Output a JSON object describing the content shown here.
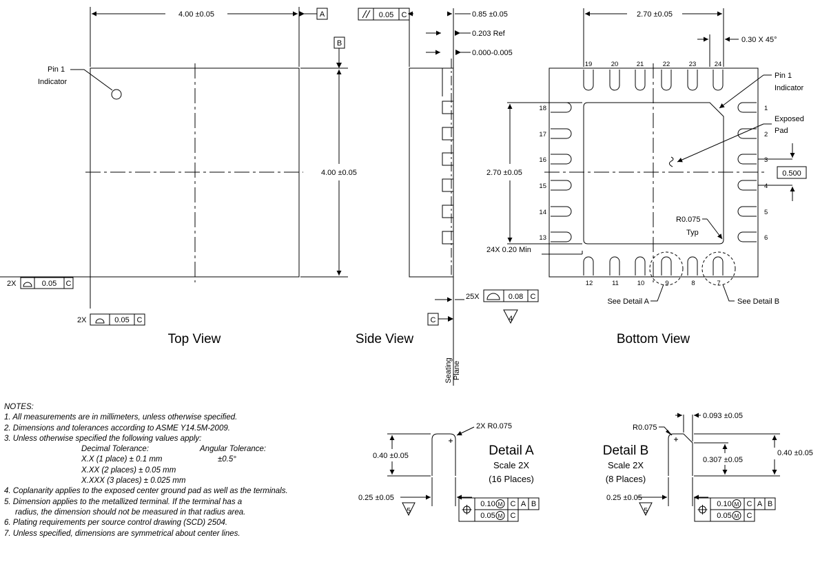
{
  "top_view": {
    "title": "Top View",
    "width_dim": "4.00 ±0.05",
    "height_dim": "4.00 ±0.05",
    "datum_a": "A",
    "datum_b": "B",
    "pin1_label_1": "Pin 1",
    "pin1_label_2": "Indicator",
    "fcf_left": {
      "count": "2X",
      "tol": "0.05",
      "datum": "C"
    },
    "fcf_bottom": {
      "count": "2X",
      "tol": "0.05",
      "datum": "C"
    }
  },
  "side_view": {
    "title": "Side View",
    "parallel_tol": "0.05",
    "parallel_datum": "C",
    "thickness_dim": "0.85 ±0.05",
    "ref_dim": "0.203 Ref",
    "standoff_dim": "0.000-0.005",
    "coplanarity_count": "25X",
    "coplanarity_tol": "0.08",
    "coplanarity_datum": "C",
    "note_flag": "4",
    "datum_c": "C",
    "seating_1": "Seating",
    "seating_2": "Plane"
  },
  "bottom_view": {
    "title": "Bottom View",
    "width_dim": "2.70 ±0.05",
    "height_dim": "2.70 ±0.05",
    "chamfer_dim": "0.30 X 45°",
    "pitch_box": "0.500",
    "lead_width": "24X 0.20 Min",
    "radius_1": "R0.075",
    "radius_2": "Typ",
    "pin1_label_1": "Pin 1",
    "pin1_label_2": "Indicator",
    "exposed_1": "Exposed",
    "exposed_2": "Pad",
    "see_detail_a": "See Detail A",
    "see_detail_b": "See Detail B",
    "pins_top": [
      "19",
      "20",
      "21",
      "22",
      "23",
      "24"
    ],
    "pins_right": [
      "1",
      "2",
      "3",
      "4",
      "5",
      "6"
    ],
    "pins_bottom": [
      "12",
      "11",
      "10",
      "9",
      "8",
      "7"
    ],
    "pins_left": [
      "18",
      "17",
      "16",
      "15",
      "14",
      "13"
    ]
  },
  "notes": {
    "heading": "NOTES:",
    "items": [
      "1.  All measurements are in millimeters, unless otherwise specified.",
      "2.  Dimensions and tolerances according to ASME Y14.5M-2009.",
      "3.  Unless otherwise specified the following values apply:"
    ],
    "tol_decimal_head": "Decimal Tolerance:",
    "tol_angular_head": "Angular Tolerance:",
    "tol_x": "X.X (1 place) ± 0.1 mm",
    "tol_angle": "±0.5°",
    "tol_xx": "X.XX (2 places) ± 0.05 mm",
    "tol_xxx": "X.XXX (3 places) ± 0.025 mm",
    "items_after": [
      "4.  Coplanarity applies to the exposed center ground pad as well as the terminals.",
      "5.  Dimension applies to the metallized terminal. If the terminal has a",
      "     radius, the dimension should not be measured in that radius area.",
      "6.  Plating requirements per source control drawing (SCD) 2504.",
      "7.  Unless specified, dimensions are symmetrical about center lines."
    ]
  },
  "detail_a": {
    "title": "Detail A",
    "scale": "Scale 2X",
    "places": "(16 Places)",
    "radius": "2X R0.075",
    "height_dim": "0.40 ±0.05",
    "width_dim": "0.25 ±0.05",
    "flag": "5",
    "fcf_row1": {
      "tol": "0.10",
      "mod": "M",
      "d1": "C",
      "d2": "A",
      "d3": "B"
    },
    "fcf_row2": {
      "tol": "0.05",
      "mod": "M",
      "d1": "C"
    }
  },
  "detail_b": {
    "title": "Detail B",
    "scale": "Scale 2X",
    "places": "(8 Places)",
    "radius": "R0.075",
    "chamfer_dim": "0.093 ±0.05",
    "inner_dim": "0.307 ±0.05",
    "height_dim": "0.40 ±0.05",
    "width_dim": "0.25 ±0.05",
    "flag": "5",
    "fcf_row1": {
      "tol": "0.10",
      "mod": "M",
      "d1": "C",
      "d2": "A",
      "d3": "B"
    },
    "fcf_row2": {
      "tol": "0.05",
      "mod": "M",
      "d1": "C"
    }
  }
}
